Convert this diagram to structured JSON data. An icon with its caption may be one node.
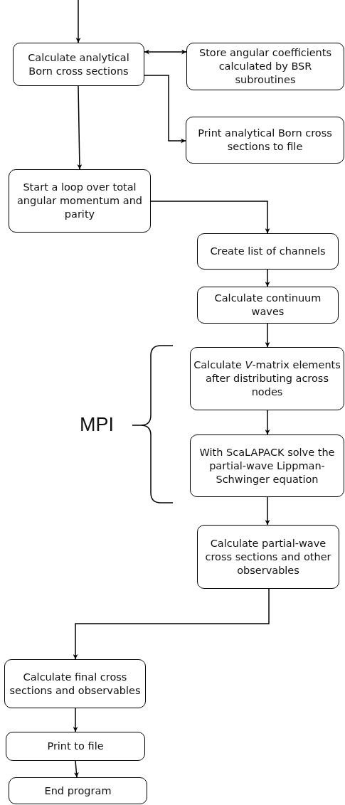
{
  "diagram": {
    "nodes": [
      {
        "text": [
          "Calculate analytical Born cross sections"
        ]
      },
      {
        "text": [
          "Store angular coefficients calculated by BSR subroutines"
        ]
      },
      {
        "text": [
          "Print analytical Born cross sections to file"
        ]
      },
      {
        "text": [
          "Start a loop over total angular momentum and parity"
        ]
      },
      {
        "text": [
          "Create list of channels"
        ]
      },
      {
        "text": [
          "Calculate continuum waves"
        ]
      },
      {
        "text": [
          "Calculate *V*-matrix elements after distributing across nodes"
        ]
      },
      {
        "text": [
          "With ScaLAPACK solve the partial-wave Lippman-Schwinger equation"
        ]
      },
      {
        "text": [
          "Calculate partial-wave cross sections and other observables"
        ]
      },
      {
        "text": [
          "Calculate final cross sections and observables"
        ]
      },
      {
        "text": [
          "Print to file"
        ]
      },
      {
        "text": [
          "End program"
        ]
      }
    ],
    "edges": [
      {
        "from": null,
        "to": 0,
        "arrow": "to"
      },
      {
        "from": 0,
        "to": 1,
        "arrow": "both"
      },
      {
        "from": 0,
        "to": 2,
        "arrow": "to"
      },
      {
        "from": 0,
        "to": 3,
        "arrow": "to"
      },
      {
        "from": 3,
        "to": 4,
        "arrow": "to"
      },
      {
        "from": 4,
        "to": 5,
        "arrow": "to"
      },
      {
        "from": 5,
        "to": 6,
        "arrow": "to"
      },
      {
        "from": 6,
        "to": 7,
        "arrow": "to"
      },
      {
        "from": 7,
        "to": 8,
        "arrow": "to"
      },
      {
        "from": 8,
        "to": 9,
        "arrow": "to"
      },
      {
        "from": 9,
        "to": 10,
        "arrow": "to"
      },
      {
        "from": 10,
        "to": 11,
        "arrow": "to"
      }
    ],
    "labels": [
      "MPI"
    ]
  }
}
